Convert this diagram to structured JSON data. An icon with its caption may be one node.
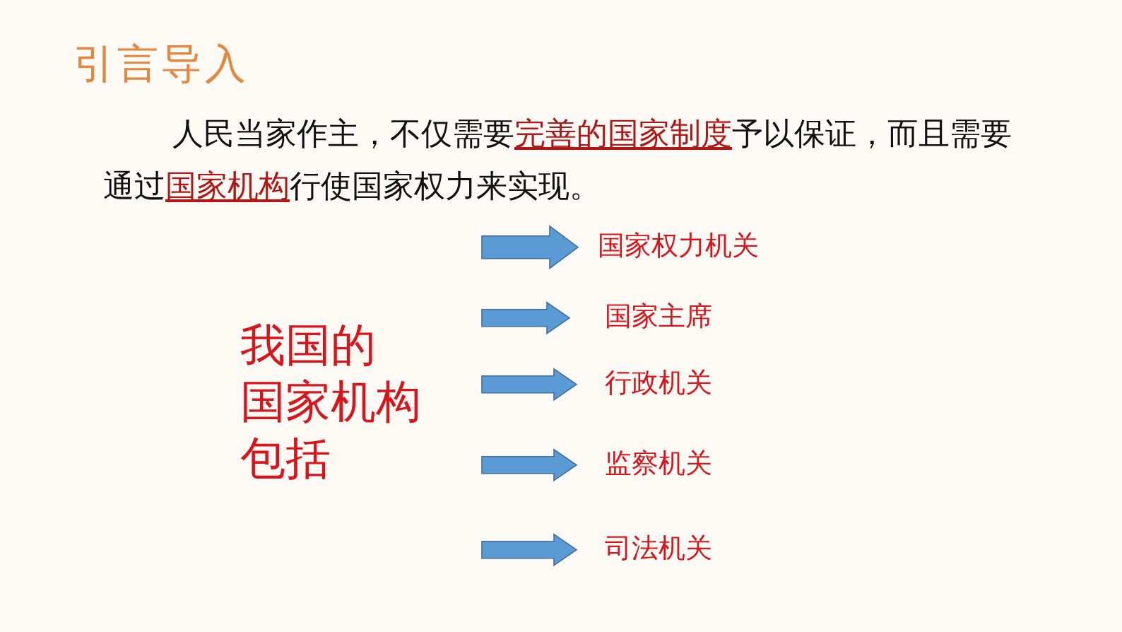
{
  "diagram": {
    "title": "引言导入",
    "nodes": [
      {
        "text": [
          "我国的国家机构包括"
        ]
      },
      {
        "text": [
          "国家权力机关"
        ]
      },
      {
        "text": [
          "国家主席"
        ]
      },
      {
        "text": [
          "行政机关"
        ]
      },
      {
        "text": [
          "监察机关"
        ]
      },
      {
        "text": [
          "司法机关"
        ]
      }
    ],
    "edges": [
      {
        "from": null,
        "to": 1,
        "arrow": "to"
      },
      {
        "from": null,
        "to": 2,
        "arrow": "to"
      },
      {
        "from": null,
        "to": 3,
        "arrow": "to"
      },
      {
        "from": null,
        "to": 4,
        "arrow": "to"
      },
      {
        "from": null,
        "to": 5,
        "arrow": "to"
      }
    ],
    "labels": [
      "人民当家作主，不仅需要**完善的国家制度**予以保证，而且需要通过**国家机构**行使国家权力来实现。"
    ]
  }
}
